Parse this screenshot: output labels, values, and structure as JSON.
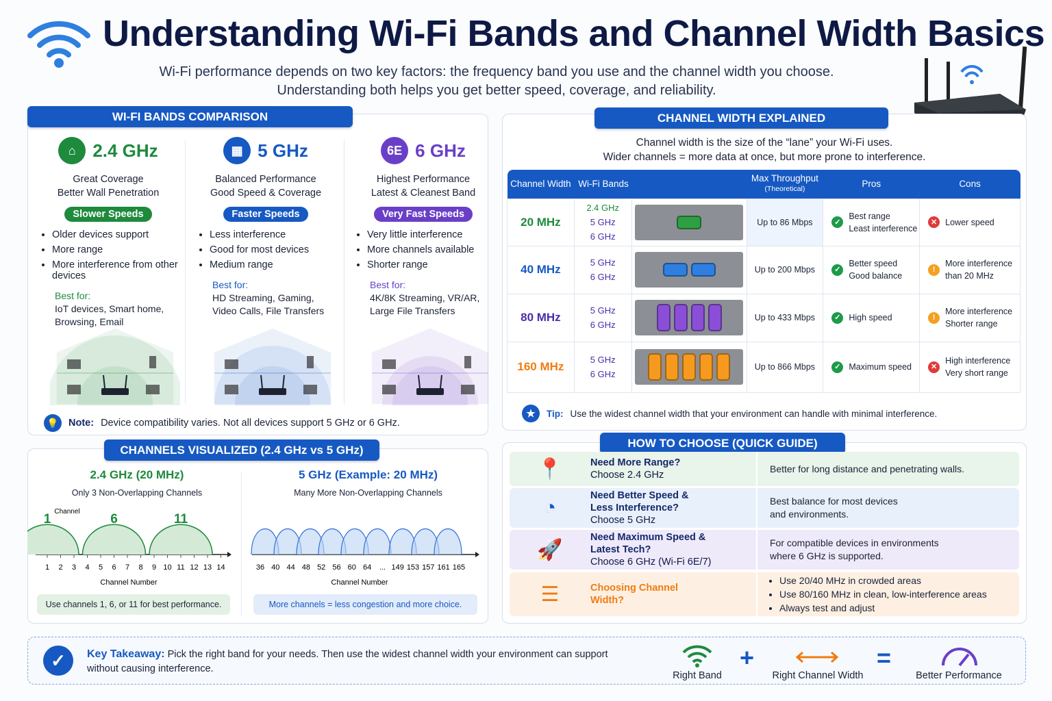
{
  "title": "Understanding Wi-Fi Bands and Channel Width Basics",
  "subtitle": [
    "Wi-Fi performance depends on two key factors: the frequency band you use and the channel width you choose.",
    "Understanding both helps you get better speed, coverage, and reliability."
  ],
  "bands": {
    "heading": "WI-FI BANDS COMPARISON",
    "items": [
      {
        "name": "2.4 GHz",
        "icon": "house-icon",
        "desc": [
          "Great Coverage",
          "Better Wall Penetration"
        ],
        "pill": "Slower Speeds",
        "bullets": [
          "Older devices support",
          "More range",
          "More interference from other devices"
        ],
        "best_label": "Best for:",
        "best": [
          "IoT devices, Smart home,",
          "Browsing, Email"
        ],
        "color": "#1e8a3c"
      },
      {
        "name": "5 GHz",
        "icon": "building-icon",
        "desc": [
          "Balanced Performance",
          "Good Speed & Coverage"
        ],
        "pill": "Faster Speeds",
        "bullets": [
          "Less interference",
          "Good for most devices",
          "Medium range"
        ],
        "best_label": "Best for:",
        "best": [
          "HD Streaming, Gaming,",
          "Video Calls, File Transfers"
        ],
        "color": "#1659c2"
      },
      {
        "name": "6 GHz",
        "icon": "6e-badge-icon",
        "badge": "6E",
        "desc": [
          "Highest Performance",
          "Latest & Cleanest Band"
        ],
        "pill": "Very Fast Speeds",
        "bullets": [
          "Very little interference",
          "More channels available",
          "Shorter range"
        ],
        "best_label": "Best for:",
        "best": [
          "4K/8K Streaming, VR/AR,",
          "Large File Transfers"
        ],
        "color": "#6a3fc8"
      }
    ],
    "note_label": "Note:",
    "note": "Device compatibility varies. Not all devices support 5 GHz or 6 GHz."
  },
  "channels": {
    "heading": "CHANNELS VISUALIZED (2.4 GHz vs 5 GHz)",
    "left": {
      "title": "2.4 GHz (20 MHz)",
      "subtitle": "Only 3 Non-Overlapping Channels",
      "channel_label": "Channel",
      "highlight": [
        "1",
        "6",
        "11"
      ],
      "ticks": [
        "1",
        "2",
        "3",
        "4",
        "5",
        "6",
        "7",
        "8",
        "9",
        "10",
        "11",
        "12",
        "13",
        "14"
      ],
      "xlabel": "Channel Number",
      "footer": "Use channels 1, 6, or 11 for best performance."
    },
    "right": {
      "title": "5 GHz (Example: 20 MHz)",
      "subtitle": "Many More Non-Overlapping Channels",
      "ticks": [
        "36",
        "40",
        "44",
        "48",
        "52",
        "56",
        "60",
        "64",
        "...",
        "149",
        "153",
        "157",
        "161",
        "165"
      ],
      "xlabel": "Channel Number",
      "footer": "More channels = less congestion and more choice."
    }
  },
  "width": {
    "heading": "CHANNEL WIDTH EXPLAINED",
    "intro": [
      "Channel width is the size of the “lane” your Wi-Fi uses.",
      "Wider channels = more data at once, but more prone to interference."
    ],
    "headers": {
      "width": "Channel Width",
      "bands": "Wi-Fi Bands",
      "throughput": "Max Throughput",
      "throughput_sub": "(Theoretical)",
      "pros": "Pros",
      "cons": "Cons"
    },
    "rows": [
      {
        "width": "20 MHz",
        "color": "#1e8a3c",
        "car": "#2ea043",
        "cars": 1,
        "bands": [
          "2.4 GHz",
          "5 GHz",
          "6 GHz"
        ],
        "throughput": "Up to 86 Mbps",
        "pros": [
          "Best range",
          "Least interference"
        ],
        "cons": [
          "Lower speed"
        ],
        "cons_type": "x"
      },
      {
        "width": "40 MHz",
        "color": "#1659c2",
        "car": "#2f7fe0",
        "cars": 2,
        "bands": [
          "5 GHz",
          "6 GHz"
        ],
        "throughput": "Up to 200 Mbps",
        "pros": [
          "Better speed",
          "Good balance"
        ],
        "cons": [
          "More interference",
          "than 20 MHz"
        ],
        "cons_type": "warn"
      },
      {
        "width": "80 MHz",
        "color": "#4c2da8",
        "car": "#8a4fd6",
        "cars": 4,
        "bands": [
          "5 GHz",
          "6 GHz"
        ],
        "throughput": "Up to 433 Mbps",
        "pros": [
          "High speed"
        ],
        "cons": [
          "More interference",
          "Shorter range"
        ],
        "cons_type": "warn"
      },
      {
        "width": "160 MHz",
        "color": "#f07c10",
        "car": "#f59a1f",
        "cars": 5,
        "bands": [
          "5 GHz",
          "6 GHz"
        ],
        "throughput": "Up to 866 Mbps",
        "pros": [
          "Maximum speed"
        ],
        "cons": [
          "High interference",
          "Very short range"
        ],
        "cons_type": "x"
      }
    ],
    "tip_label": "Tip:",
    "tip": "Use the widest channel width that your environment can handle with minimal interference."
  },
  "guide": {
    "heading": "HOW TO CHOOSE (QUICK GUIDE)",
    "rows": [
      {
        "icon": "location-pin-icon",
        "q": "Need More Range?",
        "a": "Choose 2.4 GHz",
        "r": [
          "Better for long distance and penetrating walls."
        ],
        "bg": "#e9f4ea",
        "ic": "#1e8a3c"
      },
      {
        "icon": "speedometer-icon",
        "q": "Need Better Speed & Less Interference?",
        "a": "Choose 5 GHz",
        "r": [
          "Best balance for most devices",
          "and environments."
        ],
        "bg": "#e8f0fb",
        "ic": "#1659c2"
      },
      {
        "icon": "rocket-icon",
        "q": "Need Maximum Speed & Latest Tech?",
        "a": "Choose 6 GHz (Wi-Fi 6E/7)",
        "r": [
          "For compatible devices in environments",
          "where 6 GHz is supported."
        ],
        "bg": "#efeafa",
        "ic": "#6a3fc8"
      },
      {
        "icon": "sliders-icon",
        "q": "Choosing Channel Width?",
        "a": "",
        "r": [
          "Use 20/40 MHz in crowded areas",
          "Use 80/160 MHz in clean, low-interference areas",
          "Always test and adjust"
        ],
        "bg": "#fdf0e3",
        "ic": "#f07c10"
      }
    ]
  },
  "takeaway": {
    "label": "Key Takeaway:",
    "text": "Pick the right band for your needs. Then use the widest channel width your environment can support without causing interference.",
    "eq": [
      "Right Band",
      "Right Channel Width",
      "Better Performance"
    ],
    "plus": "+",
    "equals": "="
  }
}
